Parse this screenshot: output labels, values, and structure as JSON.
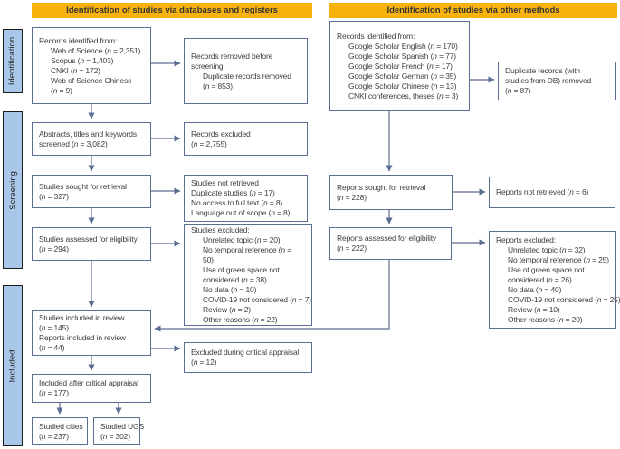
{
  "headers": {
    "left": "Identification of studies via databases and registers",
    "right": "Identification of studies via other methods"
  },
  "sidebar": [
    "Identification",
    "Screening",
    "Included"
  ],
  "colors": {
    "header_bg": "#F8B20E",
    "sidebar_bg": "#A9C8E9",
    "box_border": "#5C6E91",
    "arrow": "#5C6E91",
    "text": "#3d3d3d"
  },
  "boxes": {
    "records_databases": {
      "lines": [
        [
          "Records identified from:",
          0
        ],
        [
          "Web of Science (n = 2,351)",
          1
        ],
        [
          "Scopus (n = 1,403)",
          1
        ],
        [
          "CNKI (n = 172)",
          1
        ],
        [
          "Web of Science Chinese",
          1
        ],
        [
          "(n = 9)",
          1
        ]
      ]
    },
    "records_removed": {
      "lines": [
        [
          "Records removed before",
          0
        ],
        [
          "screening:",
          0
        ],
        [
          "Duplicate records removed",
          1
        ],
        [
          "(n = 853)",
          1
        ]
      ]
    },
    "abstracts_screened": {
      "lines": [
        [
          "Abstracts, titles and keywords",
          0
        ],
        [
          "screened (n = 3,082)",
          0
        ]
      ]
    },
    "records_excluded": {
      "lines": [
        [
          "Records excluded",
          0
        ],
        [
          "(n = 2,755)",
          0
        ]
      ]
    },
    "studies_sought": {
      "lines": [
        [
          "Studies sought for retrieval",
          0
        ],
        [
          "(n = 327)",
          0
        ]
      ]
    },
    "studies_not_retrieved": {
      "lines": [
        [
          "Studies not retrieved",
          0
        ],
        [
          "Duplicate studies (n = 17)",
          0
        ],
        [
          "No access to full text (n = 8)",
          0
        ],
        [
          "Language out of scope (n = 8)",
          0
        ]
      ]
    },
    "studies_assessed": {
      "lines": [
        [
          "Studies assessed for eligibility",
          0
        ],
        [
          "(n = 294)",
          0
        ]
      ]
    },
    "studies_excluded": {
      "lines": [
        [
          "Studies excluded:",
          0
        ],
        [
          "Unrelated topic (n = 20)",
          1
        ],
        [
          "No temporal reference (n =",
          1
        ],
        [
          "50)",
          1
        ],
        [
          "Use of green space not",
          1
        ],
        [
          "considered (n = 38)",
          1
        ],
        [
          "No data (n = 10)",
          1
        ],
        [
          "COVID-19 not considered (n = 7)",
          1
        ],
        [
          "Review (n = 2)",
          1
        ],
        [
          "Other reasons (n = 22)",
          1
        ]
      ]
    },
    "studies_included": {
      "lines": [
        [
          "Studies included in review",
          0
        ],
        [
          "(n = 145)",
          0
        ],
        [
          "Reports included in review",
          0
        ],
        [
          "(n = 44)",
          0
        ]
      ]
    },
    "excluded_appraisal": {
      "lines": [
        [
          "Excluded during critical appraisal",
          0
        ],
        [
          "(n = 12)",
          0
        ]
      ]
    },
    "included_after": {
      "lines": [
        [
          "Included after critical appraisal",
          0
        ],
        [
          "(n = 177)",
          0
        ]
      ]
    },
    "studied_cities": {
      "lines": [
        [
          "Studied cities",
          0
        ],
        [
          "(n = 237)",
          0
        ]
      ]
    },
    "studied_ugs": {
      "lines": [
        [
          "Studied UGS",
          0
        ],
        [
          "(n = 302)",
          0
        ]
      ]
    },
    "records_other": {
      "lines": [
        [
          "Records identified from:",
          0
        ],
        [
          "Google Scholar English (n = 170)",
          1
        ],
        [
          "Google Scholar Spanish (n = 77)",
          1
        ],
        [
          "Google Scholar French (n = 17)",
          1
        ],
        [
          "Google Scholar German (n = 35)",
          1
        ],
        [
          "Google Scholar Chinese (n = 13)",
          1
        ],
        [
          "CNKI conferences, theses (n = 3)",
          1
        ]
      ]
    },
    "duplicates_other": {
      "lines": [
        [
          "Duplicate records (with",
          0
        ],
        [
          "studies from DB) removed",
          0
        ],
        [
          "(n = 87)",
          0
        ]
      ]
    },
    "reports_sought": {
      "lines": [
        [
          "Reports sought for retrieval",
          0
        ],
        [
          "(n = 228)",
          0
        ]
      ]
    },
    "reports_not_retrieved": {
      "lines": [
        [
          "Reports not retrieved (n = 6)",
          0
        ]
      ]
    },
    "reports_assessed": {
      "lines": [
        [
          "Reports assessed for eligibility",
          0
        ],
        [
          "(n = 222)",
          0
        ]
      ]
    },
    "reports_excluded": {
      "lines": [
        [
          "Reports excluded:",
          0
        ],
        [
          "Unrelated topic (n = 32)",
          1
        ],
        [
          "No temporal reference (n = 25)",
          1
        ],
        [
          "Use of green space not",
          1
        ],
        [
          "considered (n = 26)",
          1
        ],
        [
          "No data (n = 40)",
          1
        ],
        [
          "COVID-19 not considered (n = 25)",
          1
        ],
        [
          "Review (n = 10)",
          1
        ],
        [
          "Other reasons (n = 20)",
          1
        ]
      ]
    }
  }
}
